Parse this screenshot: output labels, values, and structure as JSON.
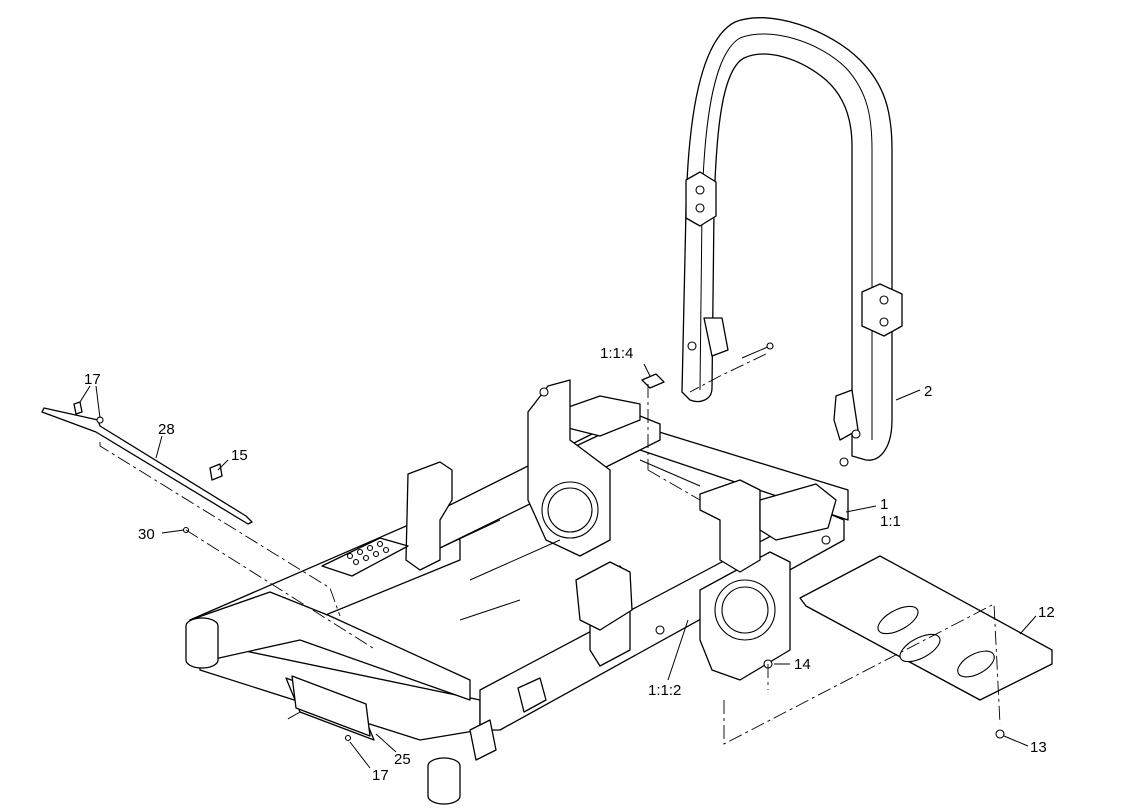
{
  "callouts": {
    "c_1": "1",
    "c_1_1": "1:1",
    "c_1_1_2": "1:1:2",
    "c_1_1_4": "1:1:4",
    "c_2": "2",
    "c_12": "12",
    "c_13": "13",
    "c_14": "14",
    "c_15": "15",
    "c_17_top": "17",
    "c_17_bottom": "17",
    "c_25": "25",
    "c_28": "28",
    "c_30": "30"
  }
}
